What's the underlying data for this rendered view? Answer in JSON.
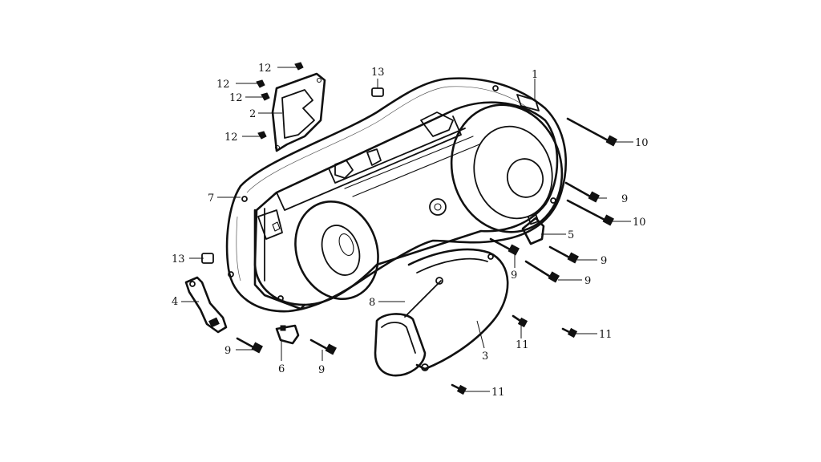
{
  "callouts": {
    "c1": "1",
    "c2": "2",
    "c3": "3",
    "c4": "4",
    "c5": "5",
    "c6": "6",
    "c7": "7",
    "c8": "8",
    "c9a": "9",
    "c9b": "9",
    "c9c": "9",
    "c9d": "9",
    "c9e": "9",
    "c9f": "9",
    "c10a": "10",
    "c10b": "10",
    "c11a": "11",
    "c11b": "11",
    "c11c": "11",
    "c12a": "12",
    "c12b": "12",
    "c12c": "12",
    "c12d": "12",
    "c13a": "13",
    "c13b": "13"
  }
}
